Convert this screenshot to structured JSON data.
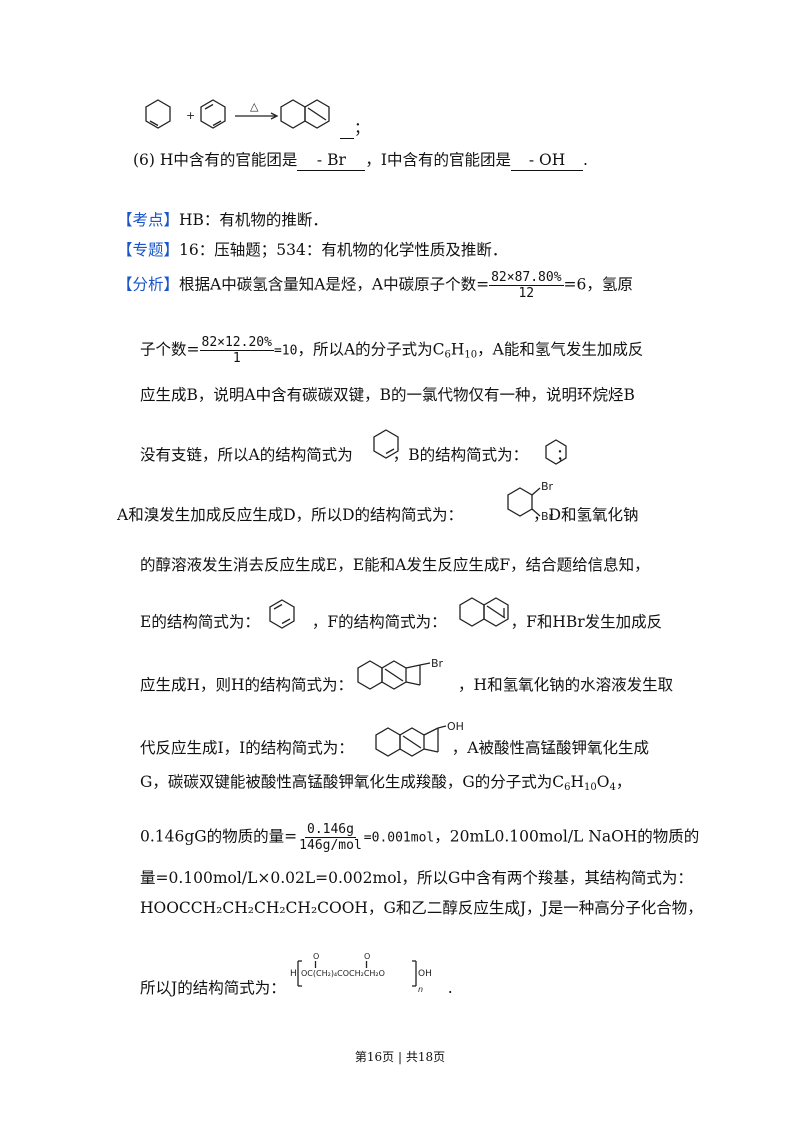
{
  "reaction": {
    "plus": "+",
    "condition": "△",
    "semicolon": "；"
  },
  "line6": {
    "prefix": "(6) H中含有的官能团是",
    "blank1": "- Br",
    "mid": "，I中含有的官能团是",
    "blank2": "- OH",
    "end": "."
  },
  "kaodian": {
    "tag": "【考点】",
    "text": "HB：有机物的推断．"
  },
  "zhuanti": {
    "tag": "【专题】",
    "text": "16：压轴题；534：有机物的化学性质及推断．"
  },
  "fenxi": {
    "tag": "【分析】",
    "l1a": "根据A中碳氢含量知A是烃，A中碳原子个数=",
    "f1num": "82×87.80%",
    "f1den": "12",
    "l1b": "=6，氢原",
    "l2a": "子个数=",
    "f2num": "82×12.20%",
    "f2den": "1",
    "l2val": "=10",
    "l2b": "，所以A的分子式为C",
    "l2sub1": "6",
    "l2h": "H",
    "l2sub2": "10",
    "l2c": "，A能和氢气发生加成反",
    "l3": "应生成B，说明A中含有碳碳双键，B的一氯代物仅有一种，说明环烷烃B",
    "l4a": "没有支链，所以A的结构简式为",
    "l4b": "，B的结构简式为：",
    "l4c": "；",
    "l5a": "A和溴发生加成反应生成D，所以D的结构简式为：",
    "l5b": "，D和氢氧化钠",
    "l6": "的醇溶液发生消去反应生成E，E能和A发生反应生成F，结合题给信息知，",
    "l7a": "E的结构简式为：",
    "l7b": "，F的结构简式为：",
    "l7c": "，F和HBr发生加成反",
    "l8a": "应生成H，则H的结构简式为：",
    "l8b": "，H和氢氧化钠的水溶液发生取",
    "l9a": "代反应生成I，I的结构简式为：",
    "l9b": "，A被酸性高锰酸钾氧化生成",
    "l10a": "G，碳碳双键能被酸性高锰酸钾氧化生成羧酸，G的分子式为C",
    "l10s1": "6",
    "l10h": "H",
    "l10s2": "10",
    "l10o": "O",
    "l10s3": "4",
    "l10b": "，",
    "l11a": "0.146gG的物质的量=",
    "f3num": "0.146g",
    "f3den": "146g/mol",
    "l11val": "=0.001mol",
    "l11b": "，20mL0.100mol/L NaOH的物质的",
    "l12": "量=0.100mol/L×0.02L=0.002mol，所以G中含有两个羧基，其结构简式为：",
    "l13": "HOOCCH₂CH₂CH₂CH₂COOH，G和乙二醇反应生成J，J是一种高分子化合物，",
    "l14a": "所以J的结构简式为：",
    "l14b": "."
  },
  "labels": {
    "br1": "Br",
    "br2": "Br",
    "br3": "Br",
    "oh": "OH",
    "j_h": "H",
    "j_chain": "OC(CH₂)₄COCH₂CH₂O",
    "j_oh": "OH",
    "j_o1": "O",
    "j_o2": "O",
    "j_n": "n"
  },
  "footer": {
    "text": "第16页 | 共18页"
  }
}
